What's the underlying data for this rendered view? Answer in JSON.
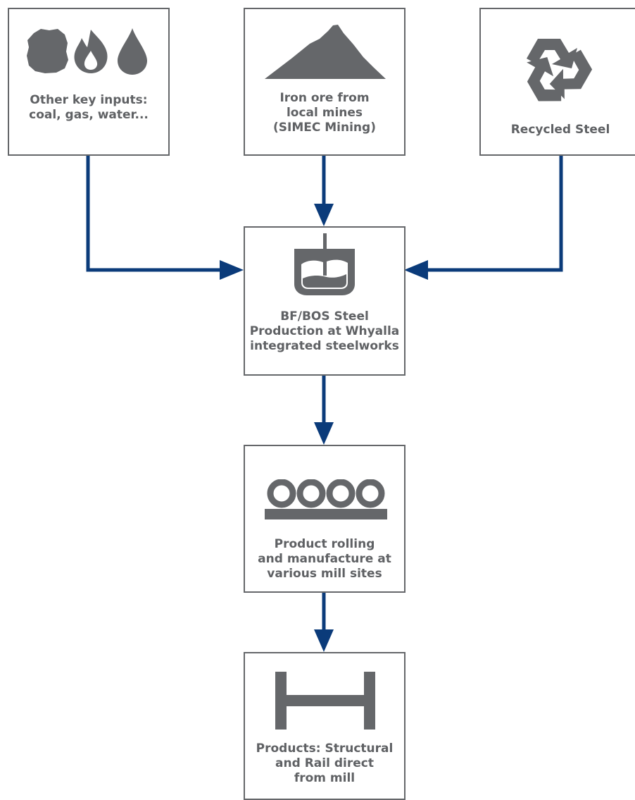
{
  "colors": {
    "box_border": "#65676a",
    "icon": "#65676a",
    "text": "#5f6164",
    "arrow": "#0b3b7a"
  },
  "nodes": {
    "other_inputs": {
      "icons": [
        "rock-icon",
        "flame-icon",
        "water-drop-icon"
      ],
      "label_lines": [
        "Other key inputs:",
        "coal, gas, water..."
      ]
    },
    "iron_ore": {
      "icons": [
        "mountain-icon"
      ],
      "label_lines": [
        "Iron ore from",
        "local mines",
        "(SIMEC Mining)"
      ]
    },
    "recycled": {
      "icons": [
        "recycle-icon"
      ],
      "label_lines": [
        "Recycled Steel"
      ]
    },
    "steel_production": {
      "icons": [
        "furnace-icon"
      ],
      "label_lines": [
        "BF/BOS Steel",
        "Production at Whyalla",
        "integrated steelworks"
      ]
    },
    "rolling": {
      "icons": [
        "rolling-mill-icon"
      ],
      "label_lines": [
        "Product rolling",
        "and manufacture at",
        "various mill sites"
      ]
    },
    "products": {
      "icons": [
        "i-beam-icon"
      ],
      "label_lines": [
        "Products: Structural",
        "and Rail direct",
        "from mill"
      ]
    }
  },
  "edges": [
    {
      "from": "other_inputs",
      "to": "steel_production"
    },
    {
      "from": "iron_ore",
      "to": "steel_production"
    },
    {
      "from": "recycled",
      "to": "steel_production"
    },
    {
      "from": "steel_production",
      "to": "rolling"
    },
    {
      "from": "rolling",
      "to": "products"
    }
  ]
}
